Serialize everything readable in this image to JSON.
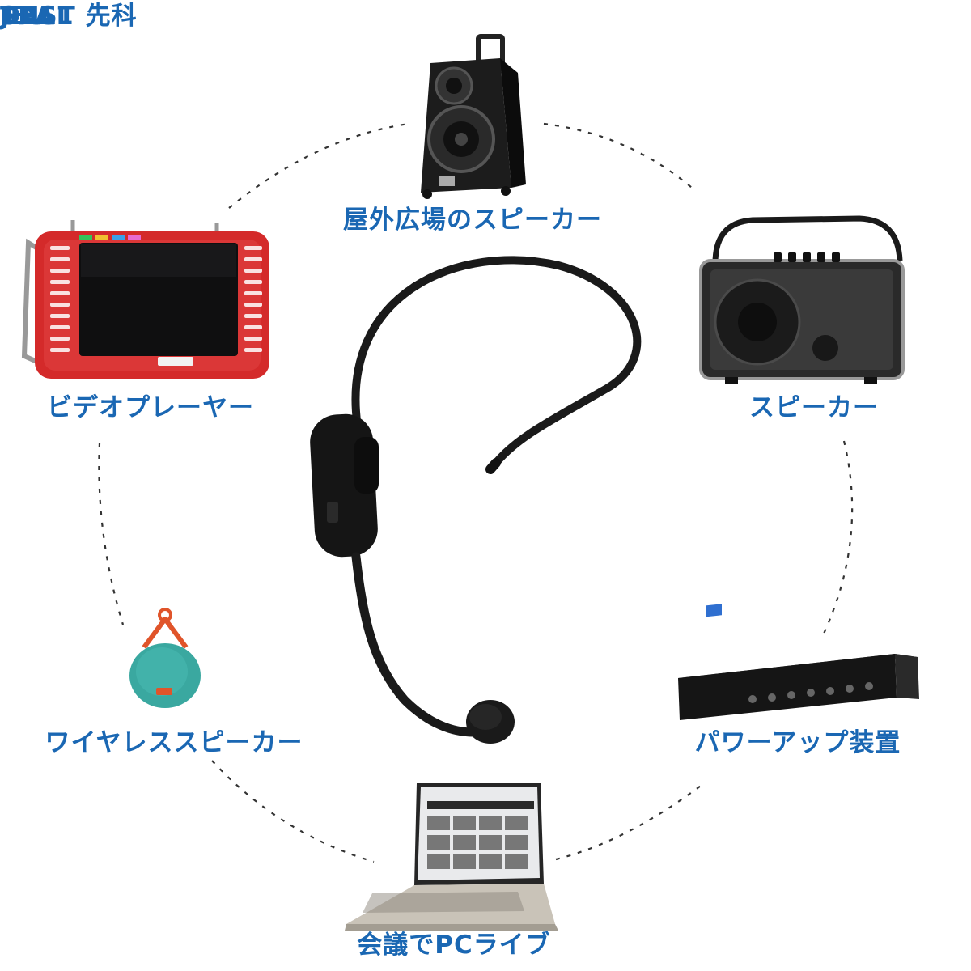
{
  "devices": {
    "outdoor_speaker": {
      "label": "屋外広場のスピーカー",
      "icon": "trolley-speaker-icon"
    },
    "video_player": {
      "label": "ビデオプレーヤー",
      "icon": "portable-video-player-icon",
      "screen_brand": "SAST 先科"
    },
    "speaker": {
      "label": "スピーカー",
      "icon": "portable-speaker-icon"
    },
    "wireless_speaker": {
      "label": "ワイヤレススピーカー",
      "icon": "round-bluetooth-speaker-icon",
      "brand": "JBL"
    },
    "power_amp": {
      "label": "パワーアップ装置",
      "icon": "rack-amplifier-icon",
      "brand": "TPA"
    },
    "pc": {
      "label": "会議でPCライブ",
      "icon": "laptop-icon",
      "brand": "DELL"
    }
  },
  "center": {
    "icon": "wireless-headset-microphone-icon"
  },
  "colors": {
    "label_text": "#1a67b3",
    "dashed_ring": "#333333",
    "video_player_body": "#d42a2a",
    "wireless_speaker_body": "#3aa8a0",
    "wireless_speaker_strap": "#e0542a"
  }
}
